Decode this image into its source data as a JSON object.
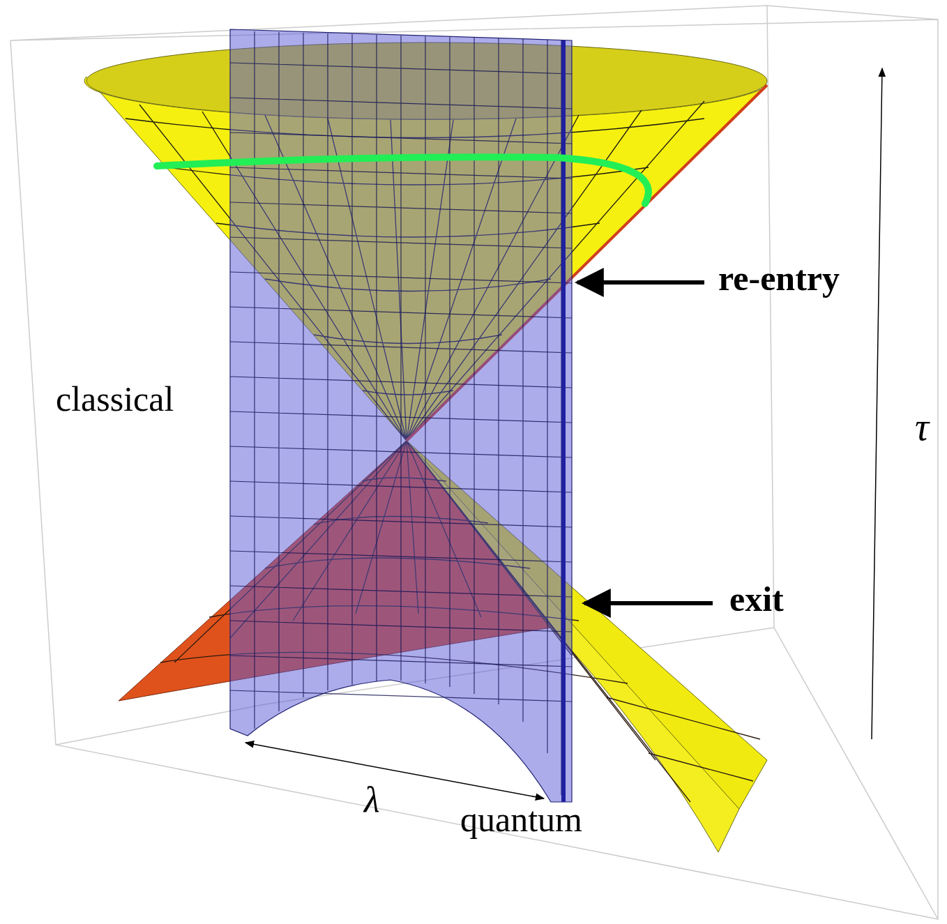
{
  "diagram": {
    "labels": [
      "re-entry",
      "exit",
      "classical",
      "quantum",
      "λ",
      "τ"
    ]
  }
}
